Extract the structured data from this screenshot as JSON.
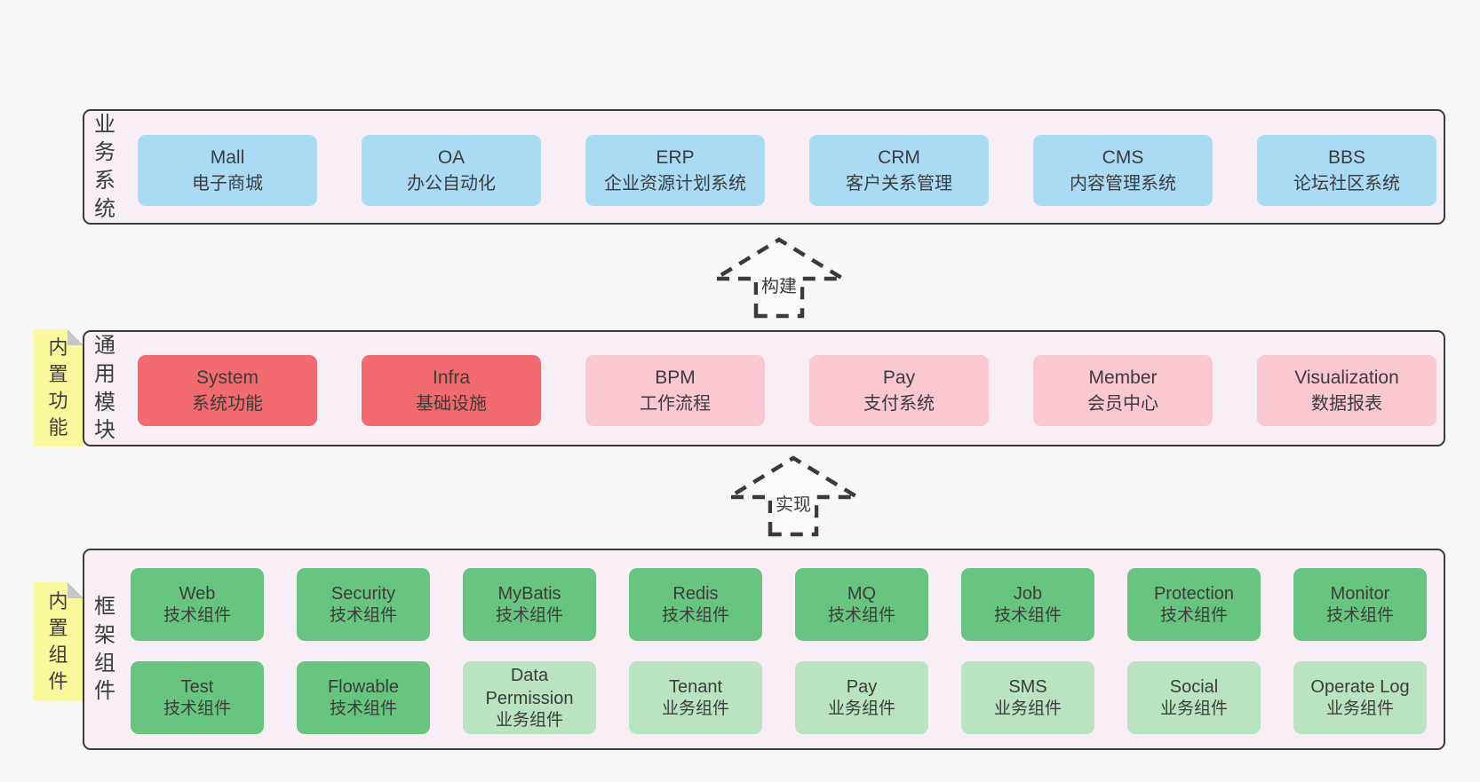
{
  "sections": {
    "business": {
      "label": "业务系统",
      "boxes": [
        {
          "title": "Mall",
          "subtitle": "电子商城",
          "variant": "blue"
        },
        {
          "title": "OA",
          "subtitle": "办公自动化",
          "variant": "blue"
        },
        {
          "title": "ERP",
          "subtitle": "企业资源计划系统",
          "variant": "blue"
        },
        {
          "title": "CRM",
          "subtitle": "客户关系管理",
          "variant": "blue"
        },
        {
          "title": "CMS",
          "subtitle": "内容管理系统",
          "variant": "blue"
        },
        {
          "title": "BBS",
          "subtitle": "论坛社区系统",
          "variant": "blue"
        }
      ]
    },
    "modules": {
      "label": "通用模块",
      "tag": "内置功能",
      "boxes": [
        {
          "title": "System",
          "subtitle": "系统功能",
          "variant": "red"
        },
        {
          "title": "Infra",
          "subtitle": "基础设施",
          "variant": "red"
        },
        {
          "title": "BPM",
          "subtitle": "工作流程",
          "variant": "pink"
        },
        {
          "title": "Pay",
          "subtitle": "支付系统",
          "variant": "pink"
        },
        {
          "title": "Member",
          "subtitle": "会员中心",
          "variant": "pink"
        },
        {
          "title": "Visualization",
          "subtitle": "数据报表",
          "variant": "pink"
        }
      ]
    },
    "components": {
      "label": "框架组件",
      "tag": "内置组件",
      "rows": [
        [
          {
            "title": "Web",
            "subtitle": "技术组件",
            "variant": "green"
          },
          {
            "title": "Security",
            "subtitle": "技术组件",
            "variant": "green"
          },
          {
            "title": "MyBatis",
            "subtitle": "技术组件",
            "variant": "green"
          },
          {
            "title": "Redis",
            "subtitle": "技术组件",
            "variant": "green"
          },
          {
            "title": "MQ",
            "subtitle": "技术组件",
            "variant": "green"
          },
          {
            "title": "Job",
            "subtitle": "技术组件",
            "variant": "green"
          },
          {
            "title": "Protection",
            "subtitle": "技术组件",
            "variant": "green"
          },
          {
            "title": "Monitor",
            "subtitle": "技术组件",
            "variant": "green"
          }
        ],
        [
          {
            "title": "Test",
            "subtitle": "技术组件",
            "variant": "green"
          },
          {
            "title": "Flowable",
            "subtitle": "技术组件",
            "variant": "green"
          },
          {
            "title": "Data\nPermission",
            "subtitle": "业务组件",
            "variant": "lgreen"
          },
          {
            "title": "Tenant",
            "subtitle": "业务组件",
            "variant": "lgreen"
          },
          {
            "title": "Pay",
            "subtitle": "业务组件",
            "variant": "lgreen"
          },
          {
            "title": "SMS",
            "subtitle": "业务组件",
            "variant": "lgreen"
          },
          {
            "title": "Social",
            "subtitle": "业务组件",
            "variant": "lgreen"
          },
          {
            "title": "Operate Log",
            "subtitle": "业务组件",
            "variant": "lgreen"
          }
        ]
      ]
    }
  },
  "arrows": [
    {
      "label": "构建"
    },
    {
      "label": "实现"
    }
  ],
  "colors": {
    "page_background": "#f7f7f7",
    "panel_background": "#f8eef6",
    "panel_border": "#3b3b3b",
    "business_box": "#a9dcf4",
    "core_module_box": "#f06a6e",
    "optional_module_box": "#fbc7d1",
    "tech_component_box": "#68c580",
    "biz_component_box": "#bae3c2",
    "sticky_note": "#fbf99d",
    "note_fold": "#c6c6c6",
    "text": "#3c3c3c"
  }
}
